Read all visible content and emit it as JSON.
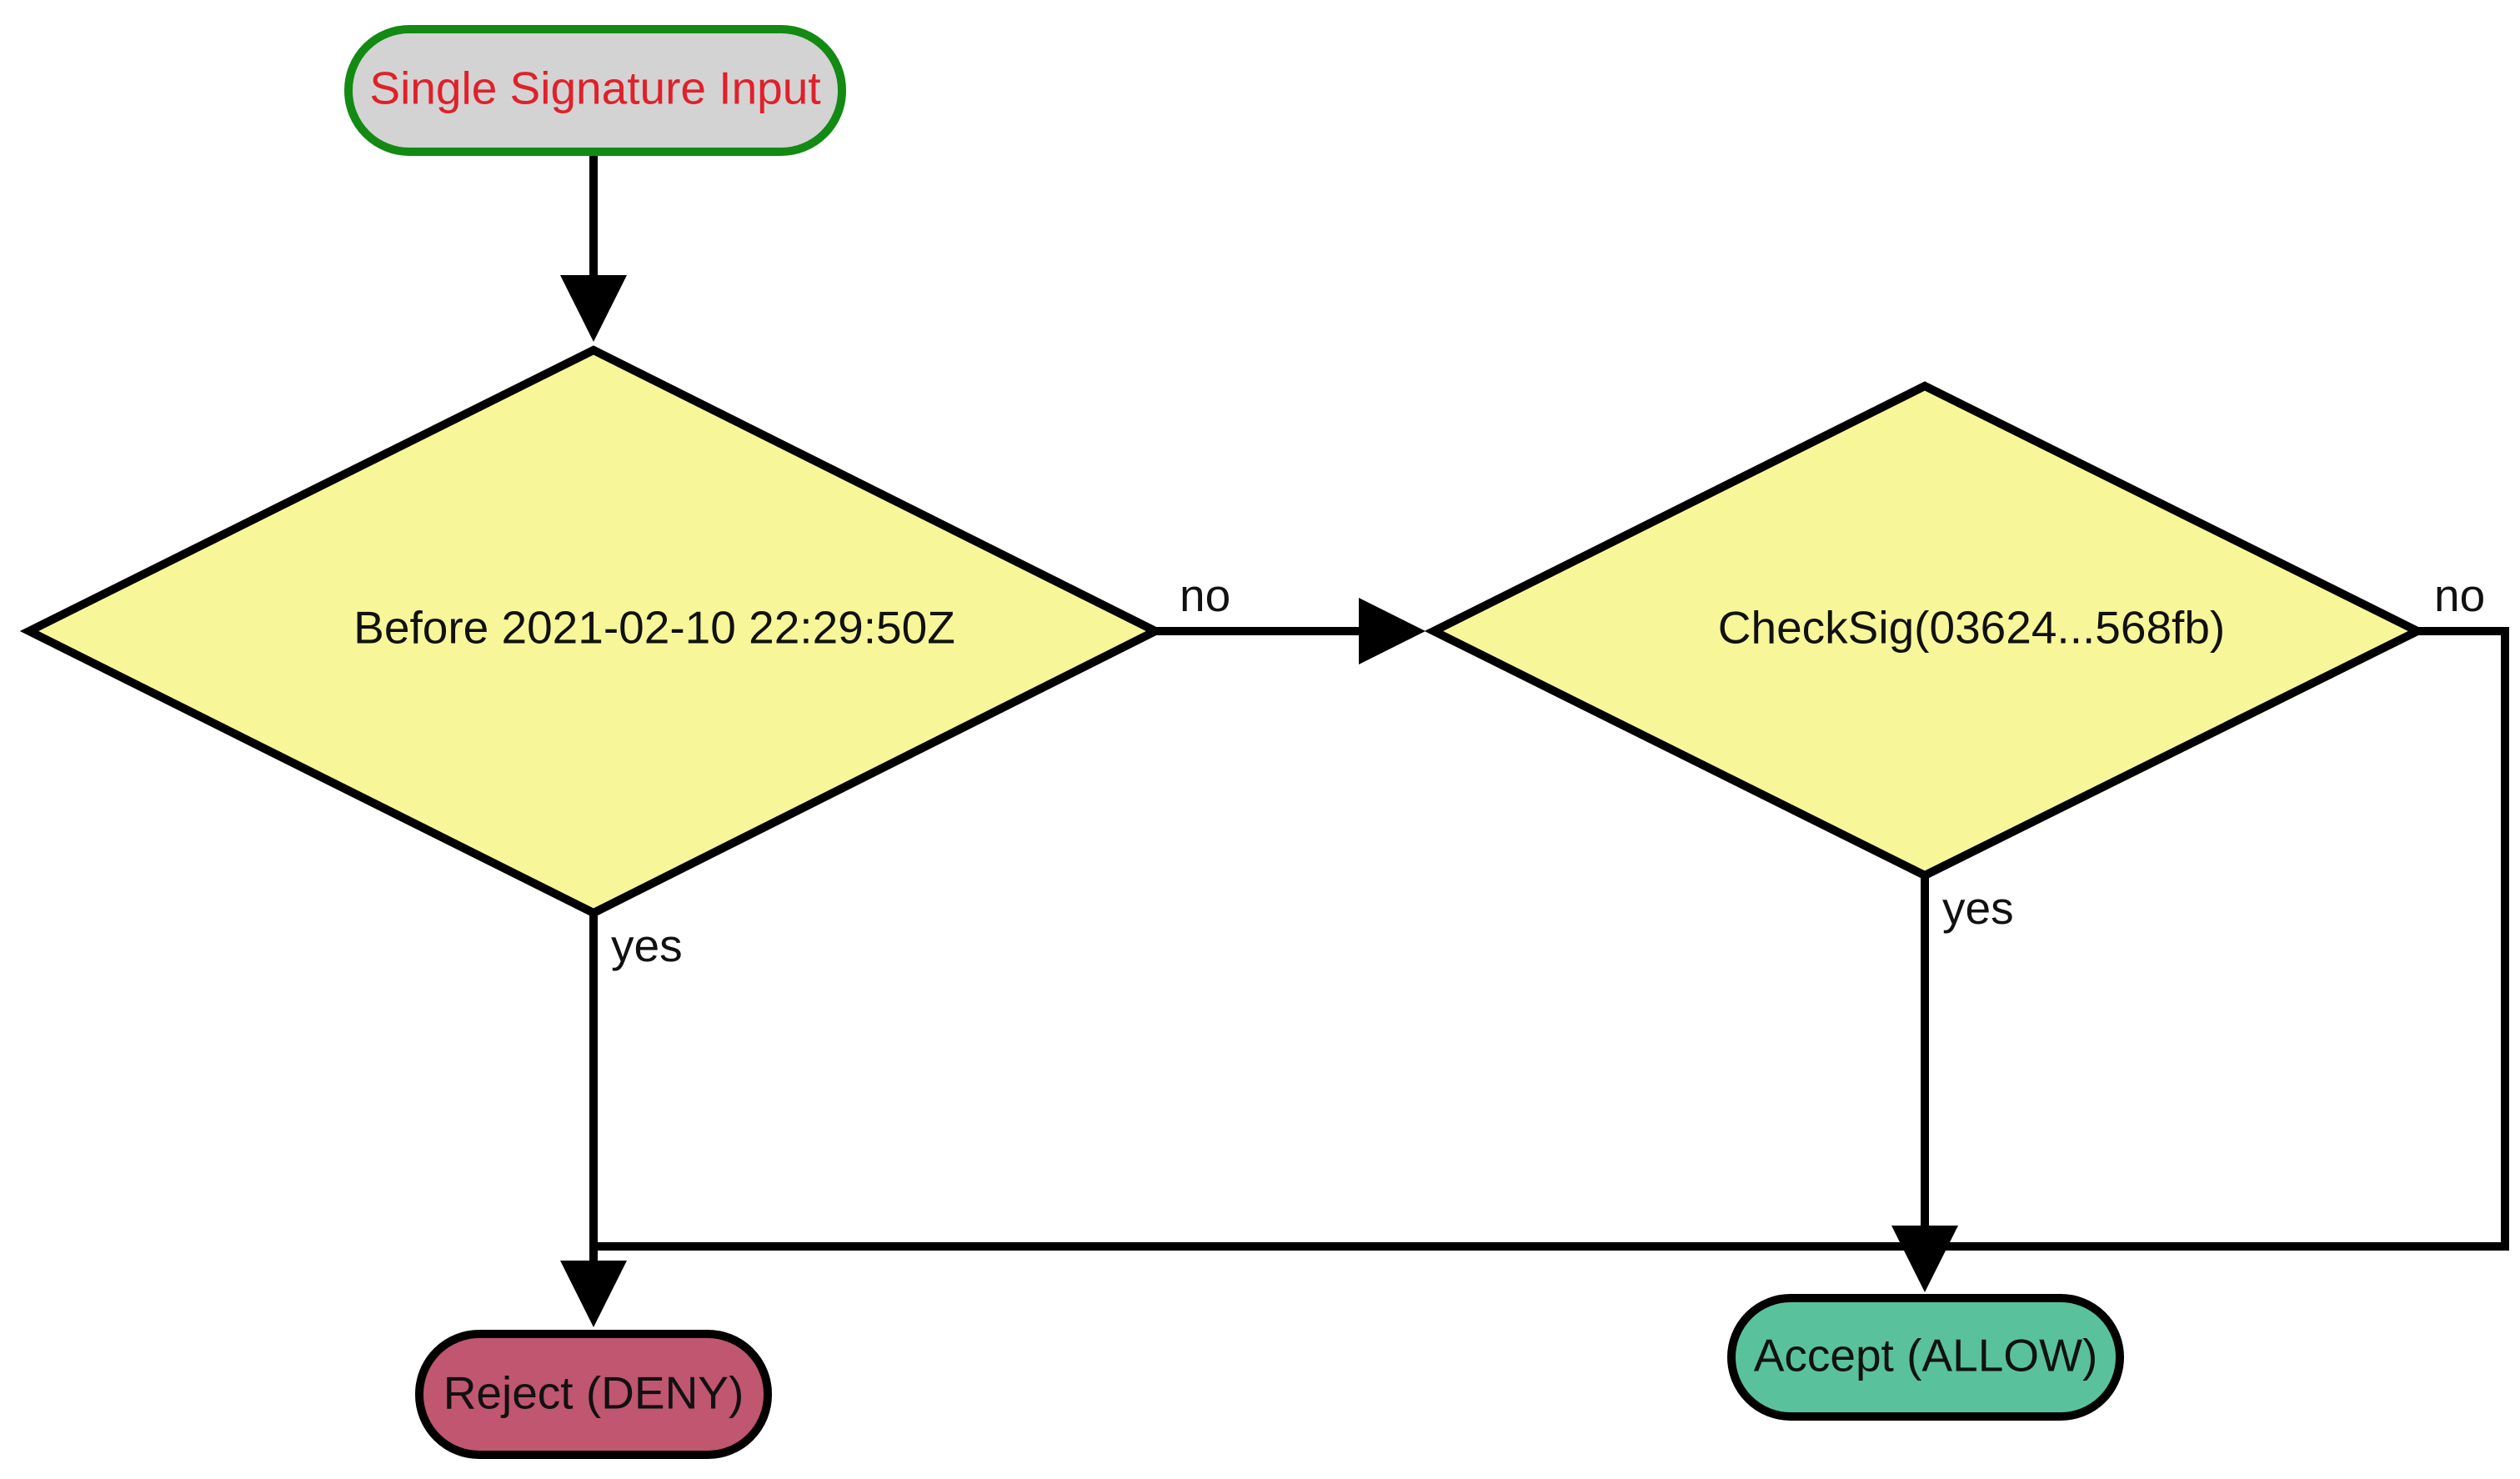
{
  "nodes": {
    "start": {
      "label": "Single Signature Input"
    },
    "before": {
      "label": "Before 2021-02-10 22:29:50Z"
    },
    "checksig": {
      "label": "CheckSig(03624...568fb)"
    },
    "reject": {
      "label": "Reject (DENY)"
    },
    "accept": {
      "label": "Accept (ALLOW)"
    }
  },
  "edges": {
    "before_no": "no",
    "before_yes": "yes",
    "checksig_no": "no",
    "checksig_yes": "yes"
  },
  "colors": {
    "start_fill": "#d3d3d3",
    "start_border": "#138a13",
    "start_text": "#e0202a",
    "decision_fill": "#f7f79a",
    "reject_fill": "#c0566f",
    "accept_fill": "#59c29d",
    "line": "#000000"
  }
}
